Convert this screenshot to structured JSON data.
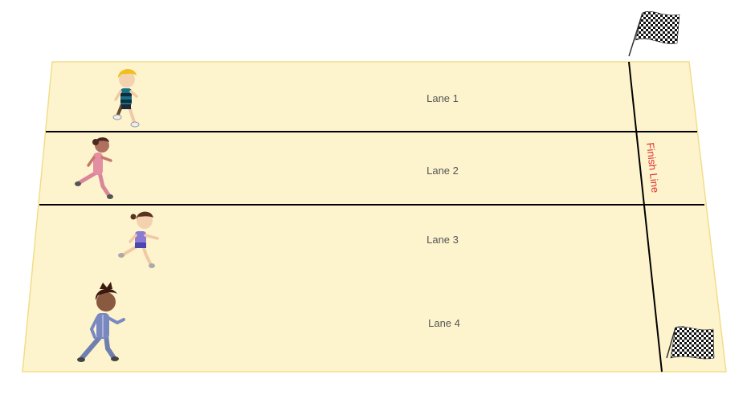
{
  "lanes": [
    {
      "label": "Lane 1"
    },
    {
      "label": "Lane 2"
    },
    {
      "label": "Lane 3"
    },
    {
      "label": "Lane 4"
    }
  ],
  "finish_line": {
    "label": "Finish Line"
  },
  "colors": {
    "track_fill": "#fdf4cd",
    "track_border": "#f2dd8a",
    "lane_line": "#000000",
    "finish_text": "#e03030"
  },
  "runners": [
    {
      "name": "blond-boy-runner"
    },
    {
      "name": "pink-girl-runner"
    },
    {
      "name": "purple-girl-runner"
    },
    {
      "name": "blue-tracksuit-runner"
    }
  ]
}
